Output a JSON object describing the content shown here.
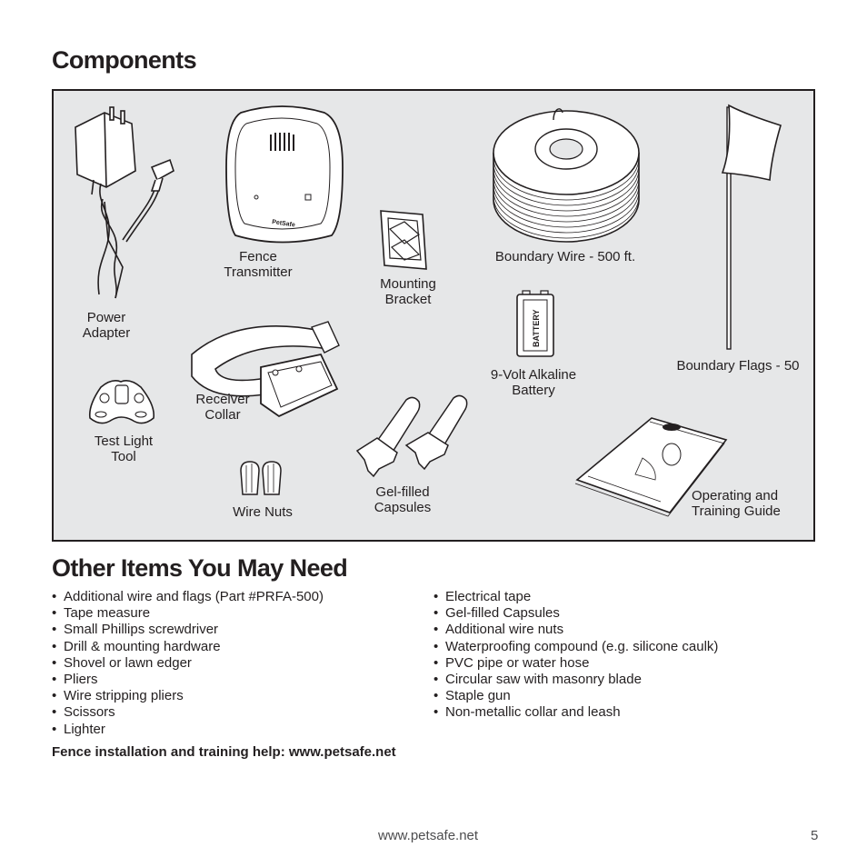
{
  "components": {
    "title": "Components",
    "captions": {
      "power_adapter": "Power\nAdapter",
      "fence_transmitter": "Fence\nTransmitter",
      "mounting_bracket": "Mounting\nBracket",
      "boundary_wire": "Boundary Wire - 500 ft.",
      "battery": "9-Volt Alkaline\nBattery",
      "battery_label": "BATTERY",
      "boundary_flags": "Boundary Flags - 50",
      "test_light_tool": "Test Light\nTool",
      "receiver_collar": "Receiver\nCollar",
      "wire_nuts": "Wire Nuts",
      "gel_capsules": "Gel-filled\nCapsules",
      "guide": "Operating and\nTraining Guide"
    },
    "transmitter_brand": "PetSafe"
  },
  "other_items": {
    "title": "Other Items You May Need",
    "left": [
      "Additional wire and flags (Part #PRFA-500)",
      "Tape measure",
      "Small Phillips screwdriver",
      "Drill & mounting hardware",
      "Shovel or lawn edger",
      "Pliers",
      "Wire stripping pliers",
      "Scissors",
      "Lighter"
    ],
    "right": [
      "Electrical tape",
      "Gel-filled Capsules",
      "Additional wire nuts",
      "Waterproofing compound (e.g. silicone caulk)",
      "PVC pipe or water hose",
      "Circular saw with masonry blade",
      "Staple gun",
      "Non-metallic collar and leash"
    ]
  },
  "help_text": "Fence installation and training help: www.petsafe.net",
  "footer": {
    "url": "www.petsafe.net",
    "page": "5"
  }
}
